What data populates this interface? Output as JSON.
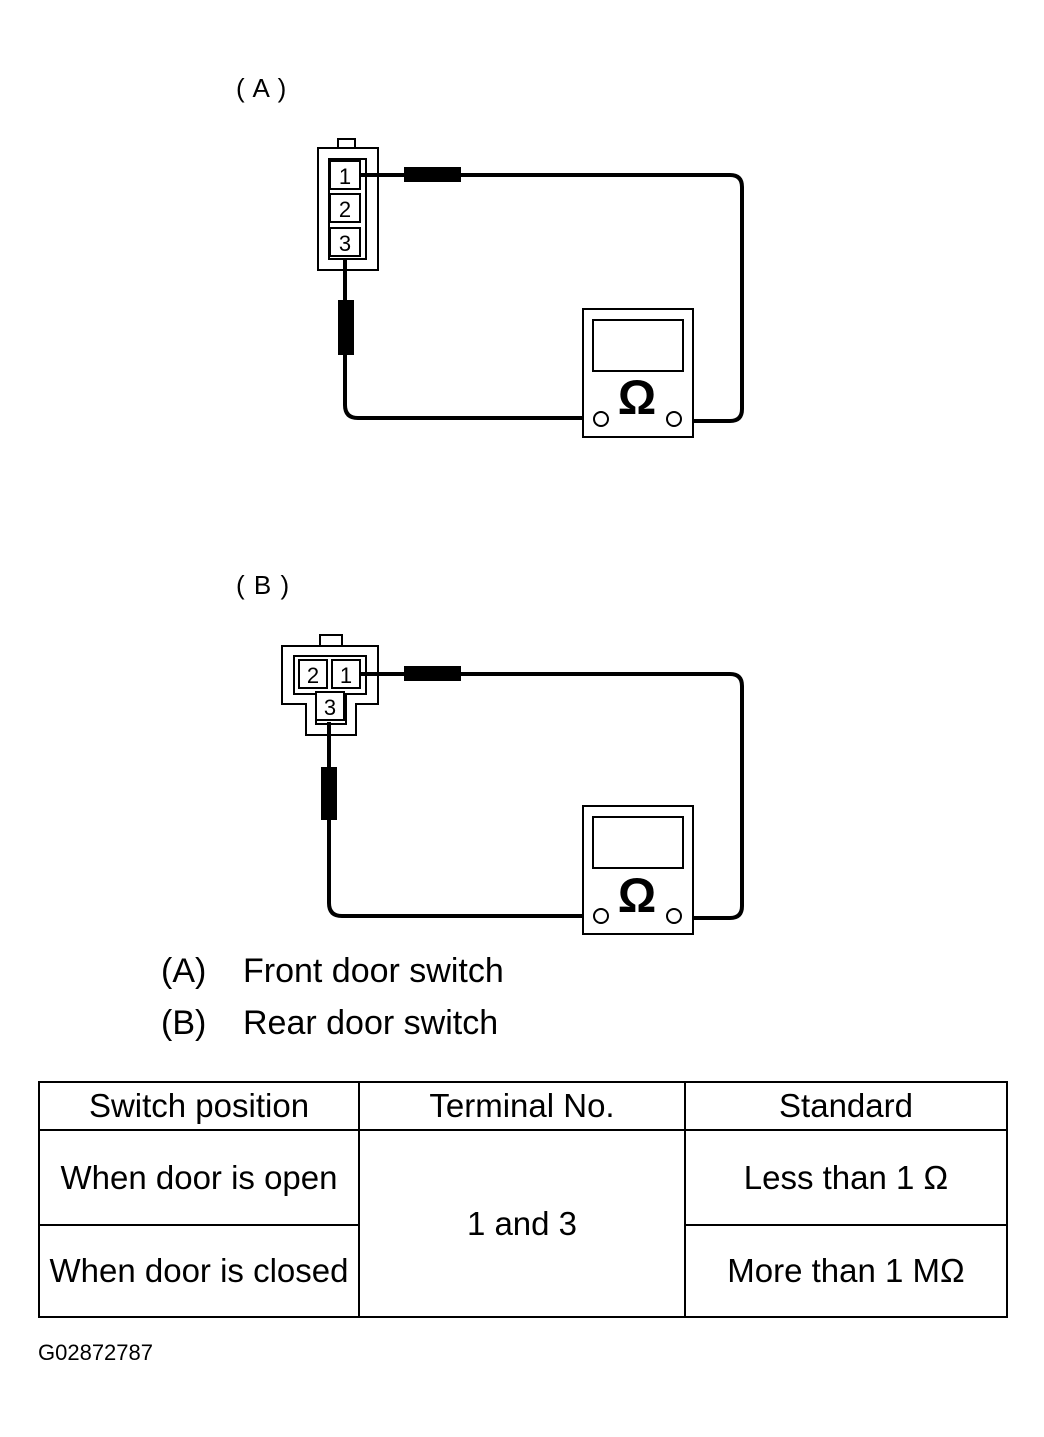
{
  "diagrams": [
    {
      "label": "( A )",
      "terminals": [
        "1",
        "2",
        "3"
      ],
      "meter_symbol": "Ω"
    },
    {
      "label": "( B )",
      "terminals": [
        "2",
        "1",
        "3"
      ],
      "meter_symbol": "Ω"
    }
  ],
  "legend": [
    {
      "key": "(A)",
      "text": "Front door switch"
    },
    {
      "key": "(B)",
      "text": "Rear door switch"
    }
  ],
  "table": {
    "headers": [
      "Switch position",
      "Terminal No.",
      "Standard"
    ],
    "rows": [
      {
        "position": "When door is open",
        "standard": "Less than 1 Ω"
      },
      {
        "position": "When door is closed",
        "standard": "More than 1 MΩ"
      }
    ],
    "terminal": "1 and 3"
  },
  "figure_id": "G02872787"
}
